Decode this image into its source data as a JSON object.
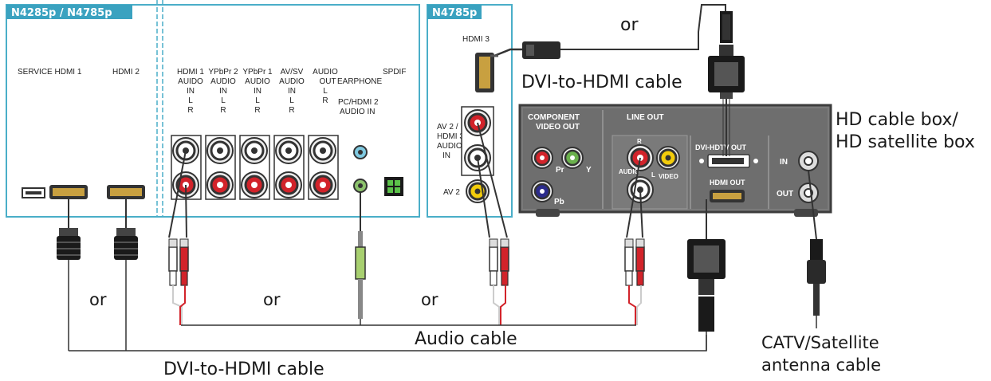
{
  "colors": {
    "panel_border": "#4aaec8",
    "tab_fill": "#3aa2c0",
    "box_fill": "#6e6e6e",
    "box_dark": "#3c3c3c",
    "red_jack": "#d2232a",
    "yellow_jack": "#f2cc0c",
    "green_jack": "#6ab04c",
    "blue_jack": "#2c2c8c",
    "cable": "#333333",
    "red_cable": "#d2232a"
  },
  "panel_left": {
    "tab": "N4285p / N4785p",
    "service_label": "SERVICE HDMI 1",
    "hdmi2_label": "HDMI 2",
    "col1": [
      "HDMI 1",
      "AUIDO",
      "IN",
      "L",
      "R"
    ],
    "col2": [
      "YPbPr 2",
      "AUDIO",
      "IN",
      "L",
      "R"
    ],
    "col3": [
      "YPbPr 1",
      "AUDIO",
      "IN",
      "L",
      "R"
    ],
    "col4": [
      "AV/SV",
      "AUDIO",
      "IN",
      "L",
      "R"
    ],
    "col5": [
      "AUDIO",
      "OUT",
      "L",
      "R"
    ],
    "earphone": "EARPHONE",
    "spdif": "SPDIF",
    "pc_hdmi": [
      "PC/HDMI 2",
      "AUDIO IN"
    ]
  },
  "panel_right": {
    "tab": "N4785p",
    "hdmi3_label": "HDMI 3",
    "av2_audio": [
      "AV 2 /",
      "HDMI 3",
      "AUDIO",
      "IN"
    ],
    "av2": "AV 2"
  },
  "cable_box": {
    "component": [
      "COMPONENT",
      "VIDEO OUT"
    ],
    "line_out": "LINE OUT",
    "pr": "Pr",
    "y": "Y",
    "pb": "Pb",
    "r": "R",
    "l": "L",
    "audio": "AUDIO",
    "video": "VIDEO",
    "dvi_out": "DVI-HDTV OUT",
    "hdmi_out": "HDMI OUT",
    "in": "IN",
    "out": "OUT"
  },
  "captions": {
    "or_top": "or",
    "dvi_hdmi_top": "DVI-to-HDMI cable",
    "hd_box": [
      "HD cable box/",
      "HD satellite box"
    ],
    "or1": "or",
    "or2": "or",
    "or3": "or",
    "audio_cable": "Audio cable",
    "dvi_hdmi_bottom": "DVI-to-HDMI cable",
    "catv": [
      "CATV/Satellite",
      "antenna cable"
    ]
  }
}
